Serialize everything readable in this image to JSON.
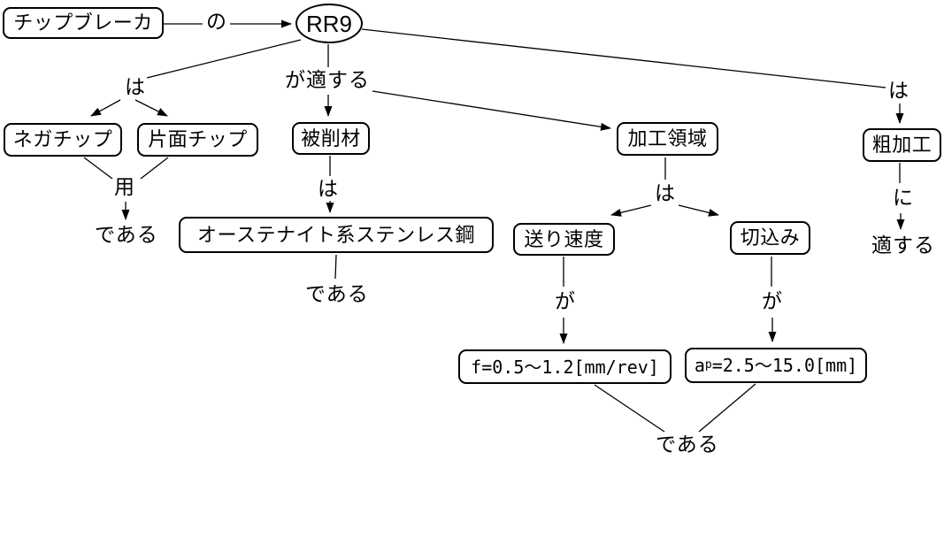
{
  "diagram": {
    "title_concept": "RR9",
    "colors": {
      "ink": "#000000",
      "background": "#ffffff"
    },
    "nodes": {
      "chipbreaker": "チップブレーカ",
      "rr9": "RR9",
      "nega_chip": "ネガチップ",
      "katamen_chip": "片面チップ",
      "work_material": "被削材",
      "austenite": "オーステナイト系ステンレス鋼",
      "machining_region": "加工領域",
      "feed_rate": "送り速度",
      "depth_of_cut": "切込み",
      "feed_value": "f=0.5～1.2[mm/rev]",
      "depth_value": {
        "base": "a",
        "sub": "p",
        "rest": "=2.5～15.0[mm]"
      },
      "rough_machining": "粗加工"
    },
    "labels": {
      "no": "の",
      "wa_left": "は",
      "ga_tekisuru": "が適する",
      "wa_right": "は",
      "yo": "用",
      "dearu_left": "である",
      "wa_middle": "は",
      "dearu_middle": "である",
      "wa_machining": "は",
      "ga_feed": "が",
      "ga_depth": "が",
      "dearu_bottom": "である",
      "ni": "に",
      "tekisuru": "適する"
    }
  }
}
